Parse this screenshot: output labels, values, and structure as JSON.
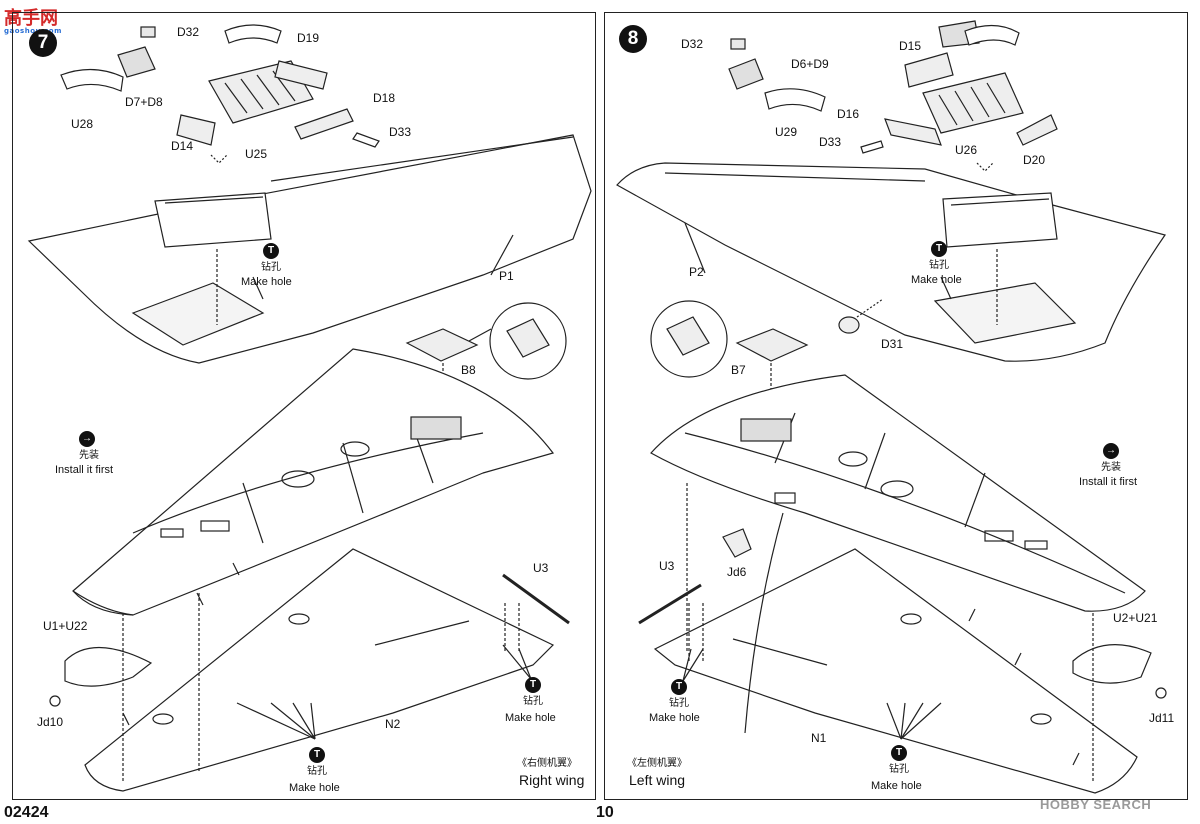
{
  "watermarks": {
    "logo_text": "高手网",
    "logo_sub": "gaoshou.com",
    "hobby_search": "HOBBY SEARCH"
  },
  "footer": {
    "product_code": "02424",
    "page_number": "10"
  },
  "left_panel": {
    "step_number": "7",
    "parts": {
      "d32": "D32",
      "d19": "D19",
      "d7_d8": "D7+D8",
      "u28": "U28",
      "d18": "D18",
      "d14": "D14",
      "u25": "U25",
      "d33": "D33",
      "p1": "P1",
      "b8": "B8",
      "u3": "U3",
      "u1_u22": "U1+U22",
      "jd10": "Jd10",
      "n2": "N2"
    },
    "hole_zh": "钻孔",
    "hole_en": "Make hole",
    "install_zh": "先装",
    "install_en": "Install it first",
    "caption_zh": "《右侧机翼》",
    "caption_en": "Right wing"
  },
  "right_panel": {
    "step_number": "8",
    "parts": {
      "d32": "D32",
      "d6_d9": "D6+D9",
      "d15": "D15",
      "u29": "U29",
      "d16": "D16",
      "d33": "D33",
      "u26": "U26",
      "d20": "D20",
      "p2": "P2",
      "d31": "D31",
      "b7": "B7",
      "jd6": "Jd6",
      "u3": "U3",
      "u2_u21": "U2+U21",
      "jd11": "Jd11",
      "n1": "N1"
    },
    "hole_zh": "钻孔",
    "hole_en": "Make hole",
    "install_zh": "先装",
    "install_en": "Install it first",
    "caption_zh": "《左侧机翼》",
    "caption_en": "Left wing"
  }
}
